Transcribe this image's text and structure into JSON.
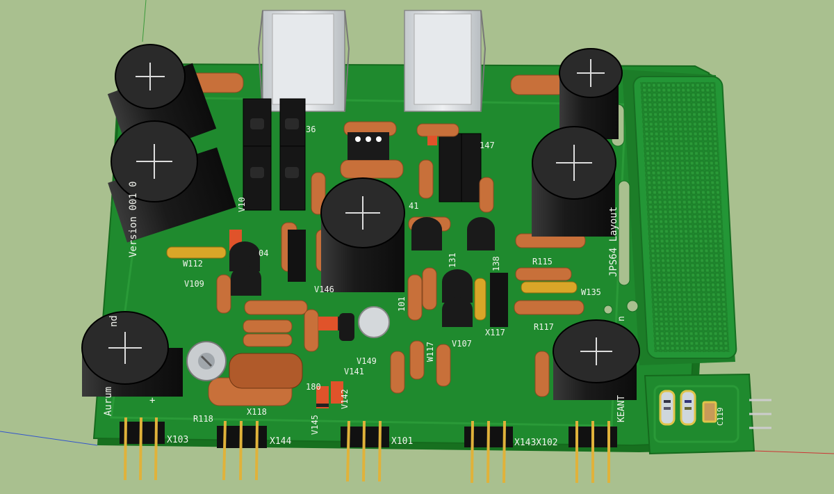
{
  "scene": {
    "background": "#a9c08f",
    "board_color": "#1f8a2e",
    "board_dark": "#17701f",
    "silk_color": "#f2f4ee",
    "pad_color": "#e0c44a",
    "resistor_color": "#c8703a",
    "diode_color": "#e0532a",
    "cap_color": "#1c1c1c",
    "heatsink_color": "#dfe3e6"
  },
  "silkscreen": {
    "version": "Version 001 0",
    "aurum": "Aurum",
    "and": "nd",
    "layout": "JPS64 Layout",
    "keant": "KEANT",
    "n": "n",
    "w112": "W112",
    "v109": "V109",
    "w135": "W135",
    "r115": "R115",
    "r117": "R117",
    "r118": "R118",
    "x118": "X118",
    "v146": "V146",
    "v149": "V149",
    "v141": "V141",
    "v142": "V142",
    "v145": "V145",
    "v107": "V107",
    "w117": "W117",
    "x117": "X117",
    "n147": "147",
    "n138": "138",
    "n131": "131",
    "n101": "101",
    "n41": "41",
    "n36": "36",
    "n180": "180",
    "v10": "V10",
    "n04": "04",
    "c119": "C119",
    "plus": "+"
  },
  "connectors": [
    {
      "label": "X103"
    },
    {
      "label": "X144"
    },
    {
      "label": "X101"
    },
    {
      "label": "X143X102"
    },
    {
      "label": ""
    }
  ]
}
